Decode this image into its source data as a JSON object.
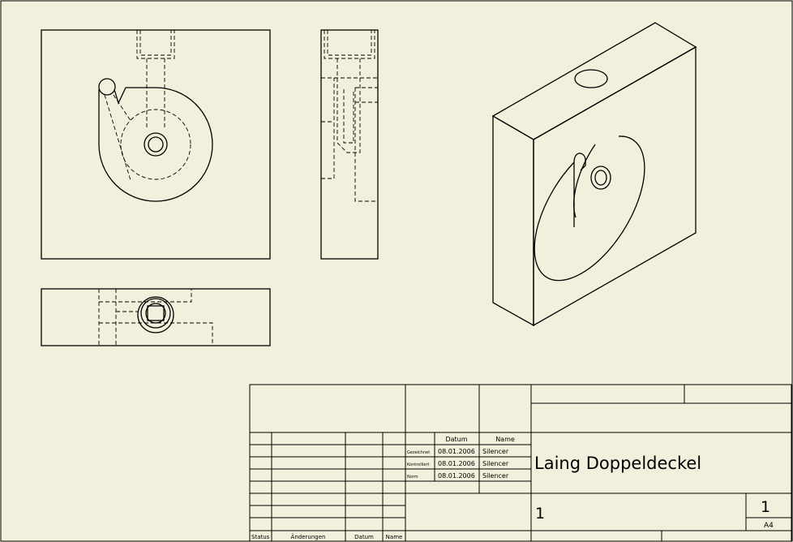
{
  "title_block": {
    "col_datum": "Datum",
    "col_name": "Name",
    "roles": [
      "Gezeichnet",
      "Kontrolliert",
      "Norm"
    ],
    "dates": [
      "08.01.2006",
      "08.01.2006",
      "08.01.2006"
    ],
    "names": [
      "Silencer",
      "Silencer",
      "Silencer"
    ],
    "drawing_title": "Laing Doppeldeckel",
    "drawing_number": "1",
    "sheet_number": "1",
    "format": "A4",
    "revision_headers": {
      "status": "Status",
      "changes": "Änderungen",
      "date": "Datum",
      "name": "Name"
    }
  }
}
